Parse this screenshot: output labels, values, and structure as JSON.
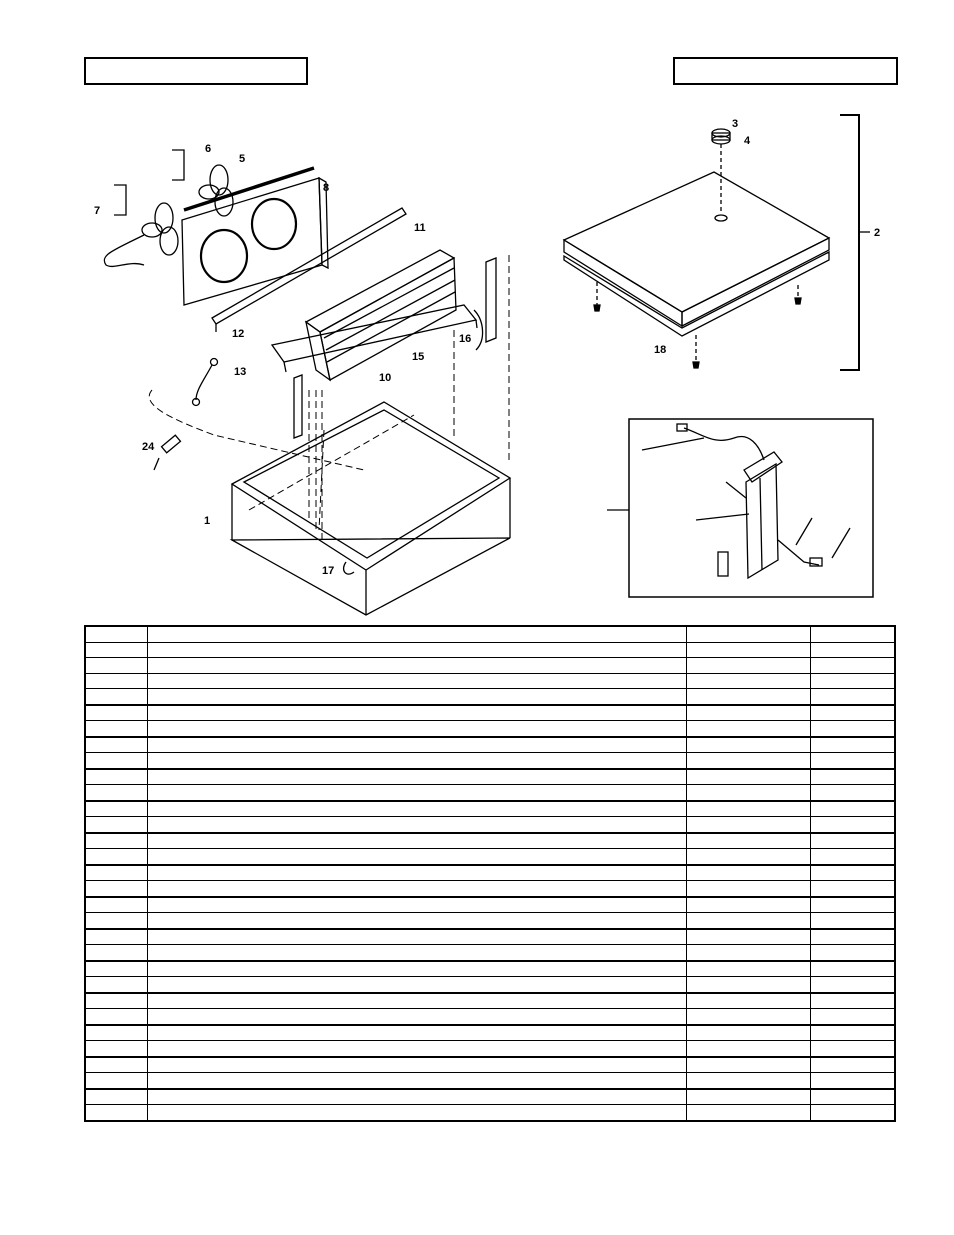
{
  "header": {
    "left_box_text": "",
    "right_box_text": ""
  },
  "diagram": {
    "callouts": [
      "1",
      "2",
      "3",
      "4",
      "5",
      "6",
      "7",
      "8",
      "10",
      "11",
      "12",
      "13",
      "15",
      "16",
      "17",
      "18",
      "24"
    ]
  },
  "parts_table": {
    "columns": [
      "",
      "",
      "",
      ""
    ],
    "rows": [
      [
        "",
        "",
        "",
        ""
      ],
      [
        "",
        "",
        "",
        ""
      ],
      [
        "",
        "",
        "",
        ""
      ],
      [
        "",
        "",
        "",
        ""
      ],
      [
        "",
        "",
        "",
        ""
      ],
      [
        "",
        "",
        "",
        ""
      ],
      [
        "",
        "",
        "",
        ""
      ],
      [
        "",
        "",
        "",
        ""
      ],
      [
        "",
        "",
        "",
        ""
      ],
      [
        "",
        "",
        "",
        ""
      ],
      [
        "",
        "",
        "",
        ""
      ],
      [
        "",
        "",
        "",
        ""
      ],
      [
        "",
        "",
        "",
        ""
      ],
      [
        "",
        "",
        "",
        ""
      ],
      [
        "",
        "",
        "",
        ""
      ],
      [
        "",
        "",
        "",
        ""
      ],
      [
        "",
        "",
        "",
        ""
      ],
      [
        "",
        "",
        "",
        ""
      ],
      [
        "",
        "",
        "",
        ""
      ],
      [
        "",
        "",
        "",
        ""
      ],
      [
        "",
        "",
        "",
        ""
      ],
      [
        "",
        "",
        "",
        ""
      ],
      [
        "",
        "",
        "",
        ""
      ],
      [
        "",
        "",
        "",
        ""
      ],
      [
        "",
        "",
        "",
        ""
      ],
      [
        "",
        "",
        "",
        ""
      ],
      [
        "",
        "",
        "",
        ""
      ],
      [
        "",
        "",
        "",
        ""
      ],
      [
        "",
        "",
        "",
        ""
      ],
      [
        "",
        "",
        "",
        ""
      ],
      [
        "",
        "",
        "",
        ""
      ]
    ]
  }
}
